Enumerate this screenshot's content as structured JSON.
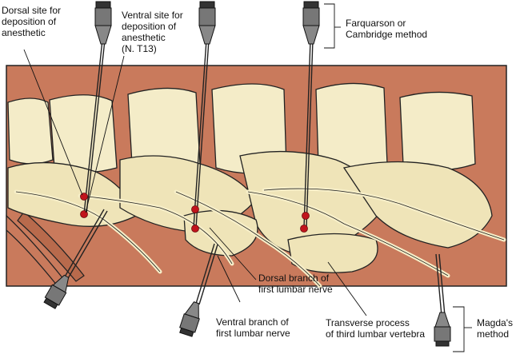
{
  "labels": {
    "dorsal_site": "Dorsal site for\ndeposition of\nanesthetic",
    "ventral_site": "Ventral site for\ndeposition of\nanesthetic\n(N. T13)",
    "farquarson": "Farquarson or\nCambridge method",
    "dorsal_branch": "Dorsal branch of\nfirst lumbar nerve",
    "ventral_branch": "Ventral branch of\nfirst lumbar nerve",
    "transverse_process": "Transverse process\nof third lumbar vertebra",
    "magda": "Magda's\nmethod"
  },
  "colors": {
    "muscle": "#c97a5c",
    "bone": "#f4ecc8",
    "bone_shade": "#e3d6a6",
    "nerve": "#f7efc9",
    "injection_site": "#c1141c",
    "outline": "#222222"
  }
}
